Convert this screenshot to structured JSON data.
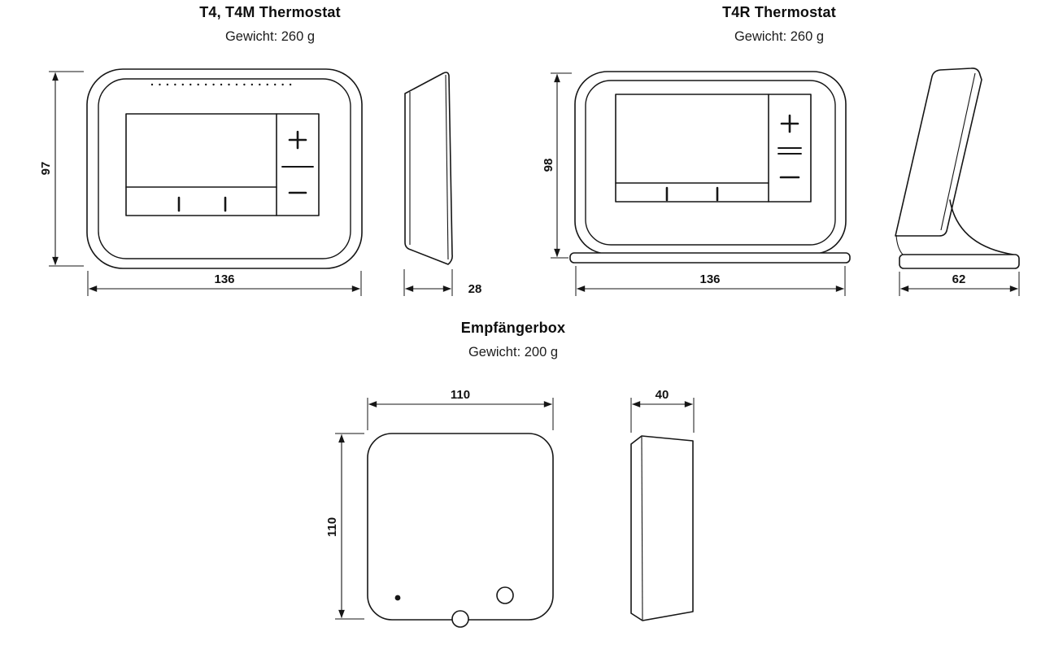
{
  "t4": {
    "title": "T4, T4M Thermostat",
    "weight": "Gewicht: 260 g",
    "front": {
      "height": "97",
      "width": "136"
    },
    "side": {
      "depth": "28"
    }
  },
  "t4r": {
    "title": "T4R Thermostat",
    "weight": "Gewicht: 260 g",
    "front": {
      "height": "98",
      "width": "136"
    },
    "side": {
      "depth": "62"
    }
  },
  "receiver": {
    "title": "Empfängerbox",
    "weight": "Gewicht: 200 g",
    "front": {
      "width": "110",
      "height": "110"
    },
    "side": {
      "depth": "40"
    }
  }
}
